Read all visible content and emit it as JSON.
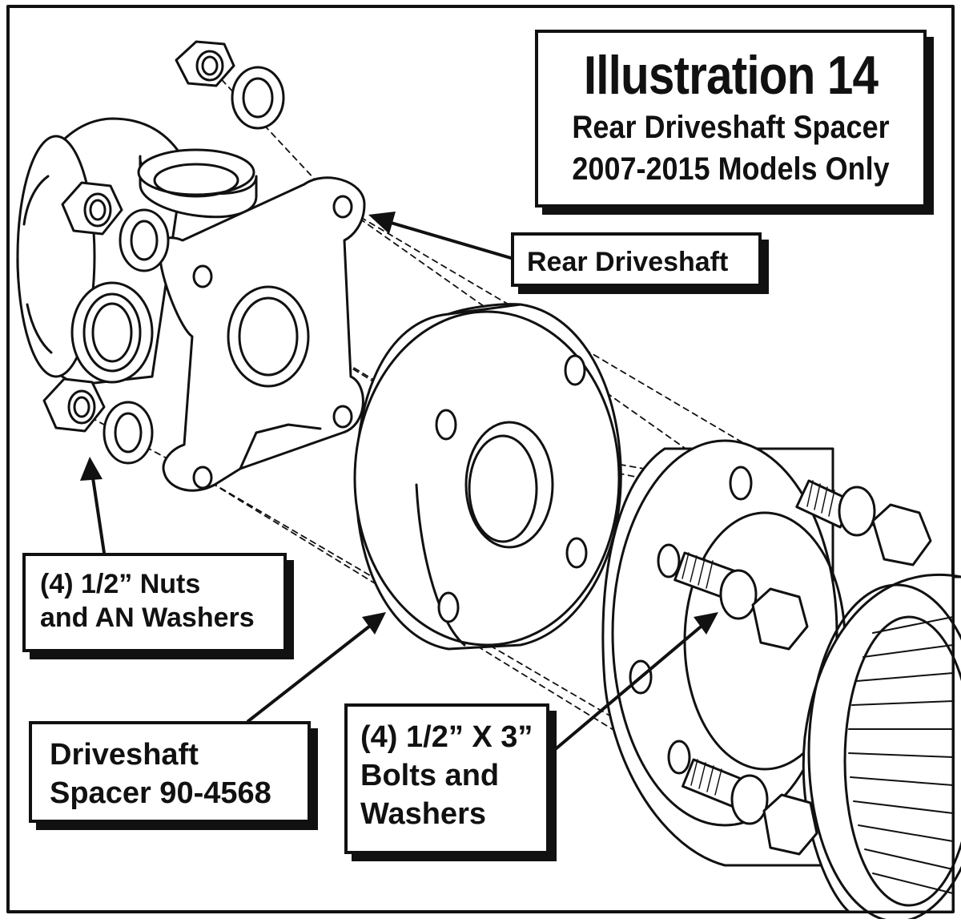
{
  "title": {
    "main": "Illustration 14",
    "line1": "Rear Driveshaft Spacer",
    "line2": "2007-2015 Models Only"
  },
  "labels": {
    "rear_driveshaft": "Rear Driveshaft",
    "nuts_line1": "(4) 1/2” Nuts",
    "nuts_line2": "and AN Washers",
    "spacer_line1": "Driveshaft",
    "spacer_line2": "Spacer 90-4568",
    "bolts_line1": "(4) 1/2” X 3”",
    "bolts_line2": "Bolts and",
    "bolts_line3": "Washers"
  },
  "colors": {
    "ink": "#111111",
    "paper": "#ffffff"
  }
}
